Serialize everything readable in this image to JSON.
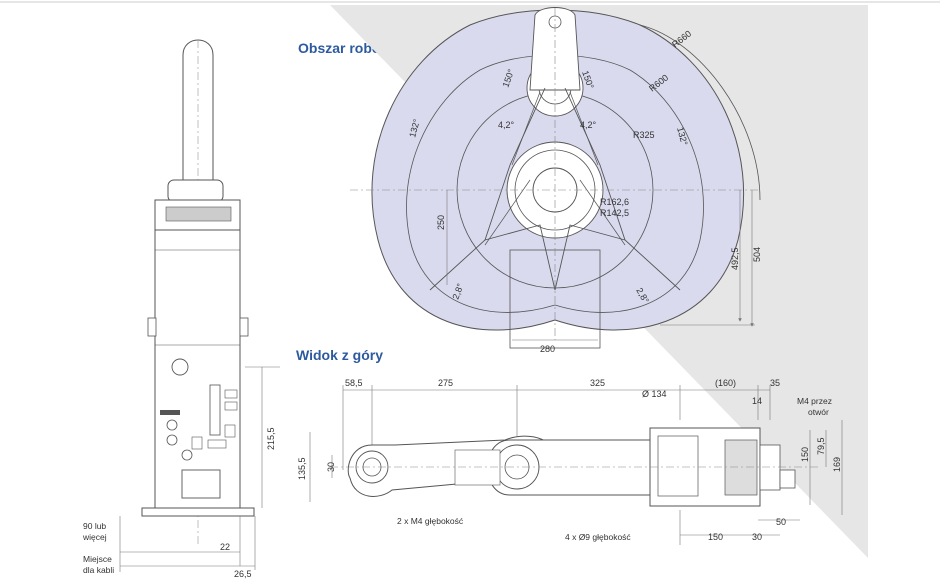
{
  "headings": {
    "work_area": "Obszar roboczy",
    "top_view": "Widok z góry"
  },
  "colors": {
    "work_fill": "#d9daee",
    "line": "#555555",
    "dim_line": "#777777",
    "heading": "#2d5a9e",
    "corner_shade": "#e6e6e6"
  },
  "work_area_labels": {
    "r660": "R660",
    "r600": "R600",
    "r325": "R325",
    "r162": "R162,6",
    "r142": "R142,5",
    "a150_left": "150°",
    "a150_right": "150°",
    "a132_left": "132°",
    "a132_right": "132°",
    "a42_left": "4,2°",
    "a42_right": "4,2°",
    "a28_left": "2,8°",
    "a28_right": "2,8°",
    "d250": "250",
    "d4925": "492,5",
    "d504": "504",
    "d280": "280"
  },
  "top_view_labels": {
    "d585": "58,5",
    "d275": "275",
    "d325": "325",
    "d160": "(160)",
    "d35": "35",
    "d14": "14",
    "m4_through": "M4 przez",
    "m4_through2": "otwór",
    "d134": "Ø 134",
    "d1355": "135,5",
    "d30": "30",
    "d150v": "150",
    "d795": "79,5",
    "d169": "169",
    "d50": "50",
    "d30b": "30",
    "d150b": "150",
    "m4_depth": "2 x M4 głębokość",
    "o9_depth": "4 x Ø9 głębokość"
  },
  "side_view_labels": {
    "d2155": "215,5",
    "more90_1": "90 lub",
    "more90_2": "więcej",
    "cable_1": "Miejsce",
    "cable_2": "dla kabli",
    "d22": "22",
    "d265": "26,5"
  }
}
